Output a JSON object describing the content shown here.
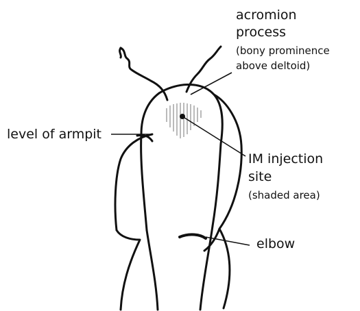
{
  "labels": {
    "acromion_title_1": "acromion",
    "acromion_title_2": "process",
    "acromion_note_1": "(bony prominence",
    "acromion_note_2": "above deltoid)",
    "armpit": "level of armpit",
    "injection_title_1": "IM injection",
    "injection_title_2": "site",
    "injection_note": "(shaded area)",
    "elbow": "elbow"
  },
  "colors": {
    "ink": "#111111",
    "shading": "#a9a9a9"
  }
}
